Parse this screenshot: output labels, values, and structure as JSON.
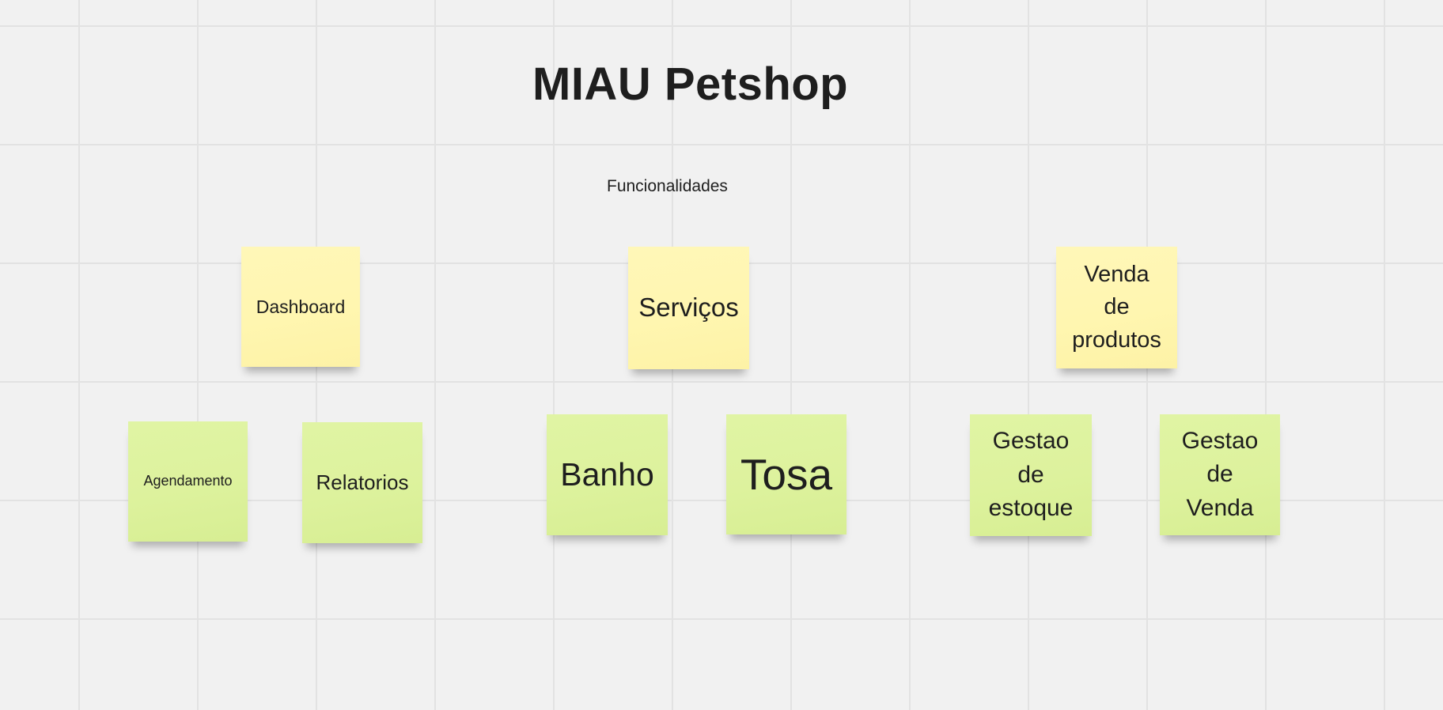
{
  "board": {
    "title": "MIAU Petshop",
    "subtitle": "Funcionalidades"
  },
  "colors": {
    "background": "#f1f1f1",
    "grid_line": "#e2e2e2",
    "sticky_yellow": "#fff6b0",
    "sticky_green": "#ddf29d",
    "text": "#1e1e1e"
  },
  "stickies": {
    "dashboard": {
      "label": "Dashboard",
      "color": "yellow"
    },
    "servicos": {
      "label": "Serviços",
      "color": "yellow"
    },
    "venda_produtos": {
      "label": "Venda de produtos",
      "color": "yellow"
    },
    "agendamento": {
      "label": "Agendamento",
      "color": "green"
    },
    "relatorios": {
      "label": "Relatorios",
      "color": "green"
    },
    "banho": {
      "label": "Banho",
      "color": "green"
    },
    "tosa": {
      "label": "Tosa",
      "color": "green"
    },
    "gestao_estoque": {
      "label": "Gestao de estoque",
      "color": "green"
    },
    "gestao_venda": {
      "label": "Gestao de Venda",
      "color": "green"
    }
  }
}
